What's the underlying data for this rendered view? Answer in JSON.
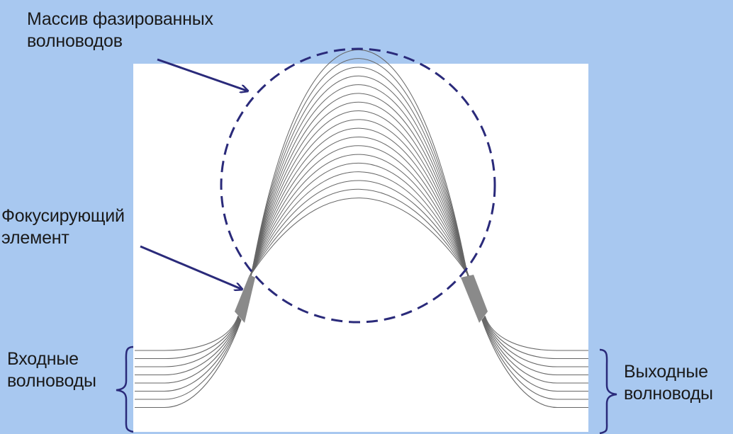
{
  "labels": {
    "phased_array": [
      "Массив фазированных",
      "волноводов"
    ],
    "focusing_element": [
      "Фокусирующий",
      "элемент"
    ],
    "input_waveguides": [
      "Входные",
      "волноводы"
    ],
    "output_waveguides": [
      "Выходные",
      "волноводы"
    ]
  },
  "colors": {
    "background": "#a8c8f0",
    "panel": "#ffffff",
    "waveguide": "#666666",
    "focusing_block": "#8a8a8a",
    "arrow": "#2a2a7a",
    "dashed_circle": "#2a2a7a",
    "text": "#1a1a1a"
  },
  "diagram": {
    "input_waveguide_count": 8,
    "output_waveguide_count": 8,
    "array_waveguide_count": 18
  }
}
